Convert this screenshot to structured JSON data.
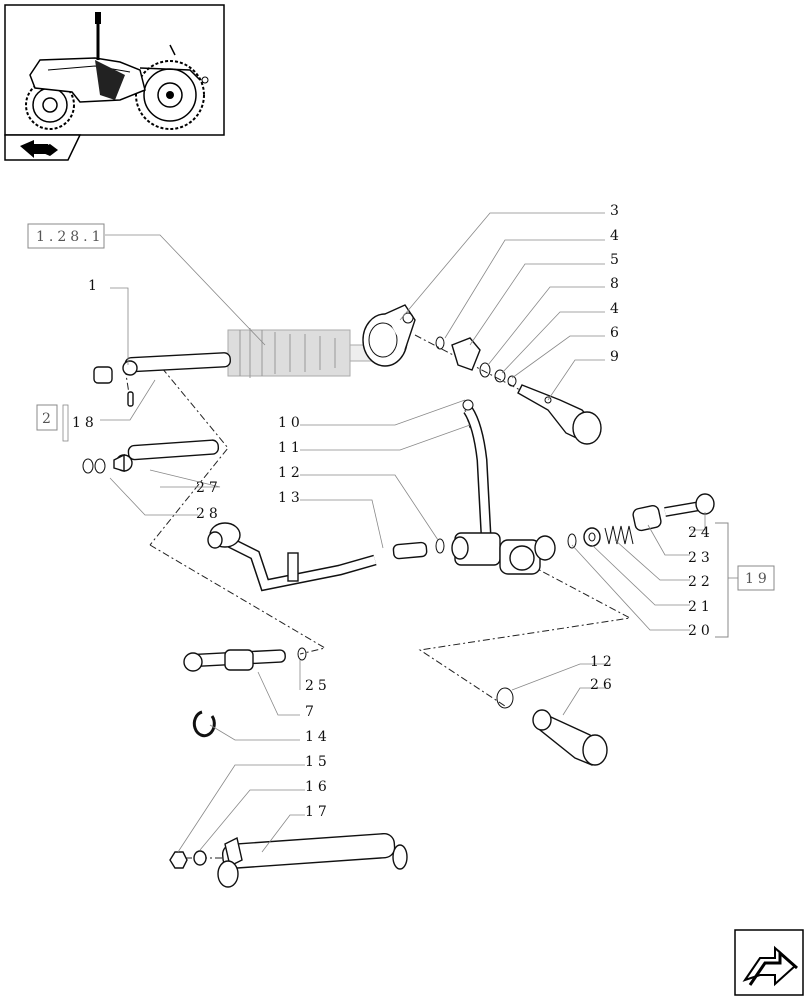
{
  "labels": {
    "ref_group": "1.28.1",
    "ref_box": "2",
    "p1": "1",
    "p18": "18",
    "p27": "27",
    "p28": "28",
    "p3": "3",
    "p4a": "4",
    "p5": "5",
    "p8": "8",
    "p4b": "4",
    "p6": "6",
    "p9": "9",
    "p10": "10",
    "p11": "11",
    "p12a": "12",
    "p13": "13",
    "p24": "24",
    "p23": "23",
    "p22": "22",
    "p21": "21",
    "p20": "20",
    "p19": "19",
    "p25": "25",
    "p7": "7",
    "p14": "14",
    "p15": "15",
    "p16": "16",
    "p17": "17",
    "p12b": "12",
    "p26": "26"
  },
  "icons": {
    "thumbnail": "tractor-thumbnail-icon",
    "prev": "previous-page-icon",
    "next": "next-page-icon"
  }
}
